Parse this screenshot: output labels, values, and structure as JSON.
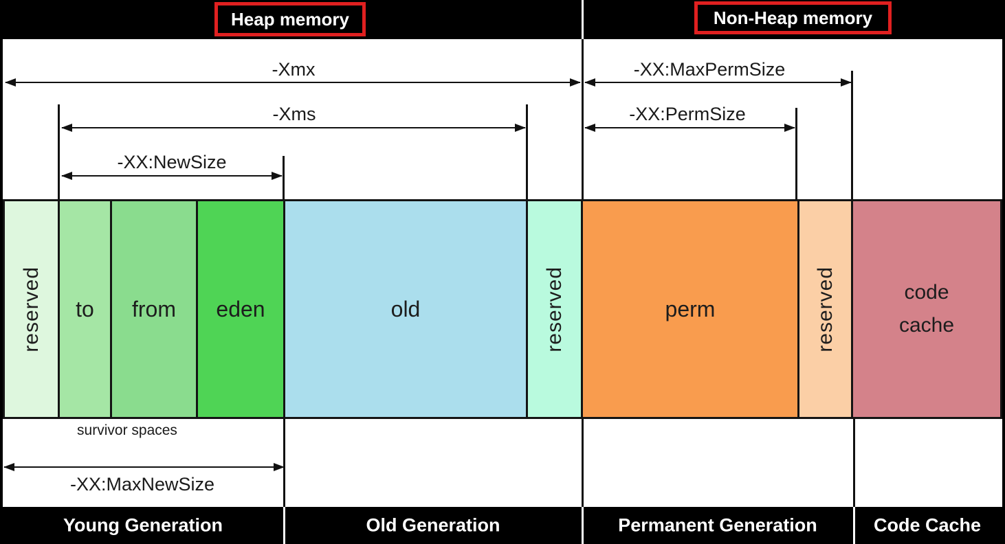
{
  "header": {
    "heap": "Heap memory",
    "non_heap": "Non-Heap memory"
  },
  "annotations": {
    "xmx": "-Xmx",
    "max_perm_size": "-XX:MaxPermSize",
    "xms": "-Xms",
    "perm_size": "-XX:PermSize",
    "new_size": "-XX:NewSize",
    "survivor_spaces": "survivor spaces",
    "max_new_size": "-XX:MaxNewSize"
  },
  "blocks": [
    {
      "id": "reserved-heap-left",
      "label": "reserved",
      "color": "#def7de",
      "orientation": "vertical"
    },
    {
      "id": "to",
      "label": "to",
      "color": "#a5e6a5",
      "orientation": "horizontal"
    },
    {
      "id": "from",
      "label": "from",
      "color": "#8adc8e",
      "orientation": "horizontal"
    },
    {
      "id": "eden",
      "label": "eden",
      "color": "#4fd455",
      "orientation": "horizontal"
    },
    {
      "id": "old",
      "label": "old",
      "color": "#abdeed",
      "orientation": "horizontal"
    },
    {
      "id": "reserved-heap-right",
      "label": "reserved",
      "color": "#b9fade",
      "orientation": "vertical"
    },
    {
      "id": "perm",
      "label": "perm",
      "color": "#f99c4e",
      "orientation": "horizontal"
    },
    {
      "id": "reserved-nonheap",
      "label": "reserved",
      "color": "#fbcfa6",
      "orientation": "vertical"
    },
    {
      "id": "code-cache",
      "label": "code cache",
      "color": "#d4828a",
      "orientation": "horizontal"
    }
  ],
  "footer": {
    "sections": [
      {
        "label": "Young Generation"
      },
      {
        "label": "Old Generation"
      },
      {
        "label": "Permanent Generation"
      },
      {
        "label": "Code Cache"
      }
    ]
  },
  "colors": {
    "bar_background": "#000000",
    "accent_red": "#e02020",
    "line": "#111111",
    "text": "#1a1a1a",
    "bar_text": "#ffffff"
  }
}
